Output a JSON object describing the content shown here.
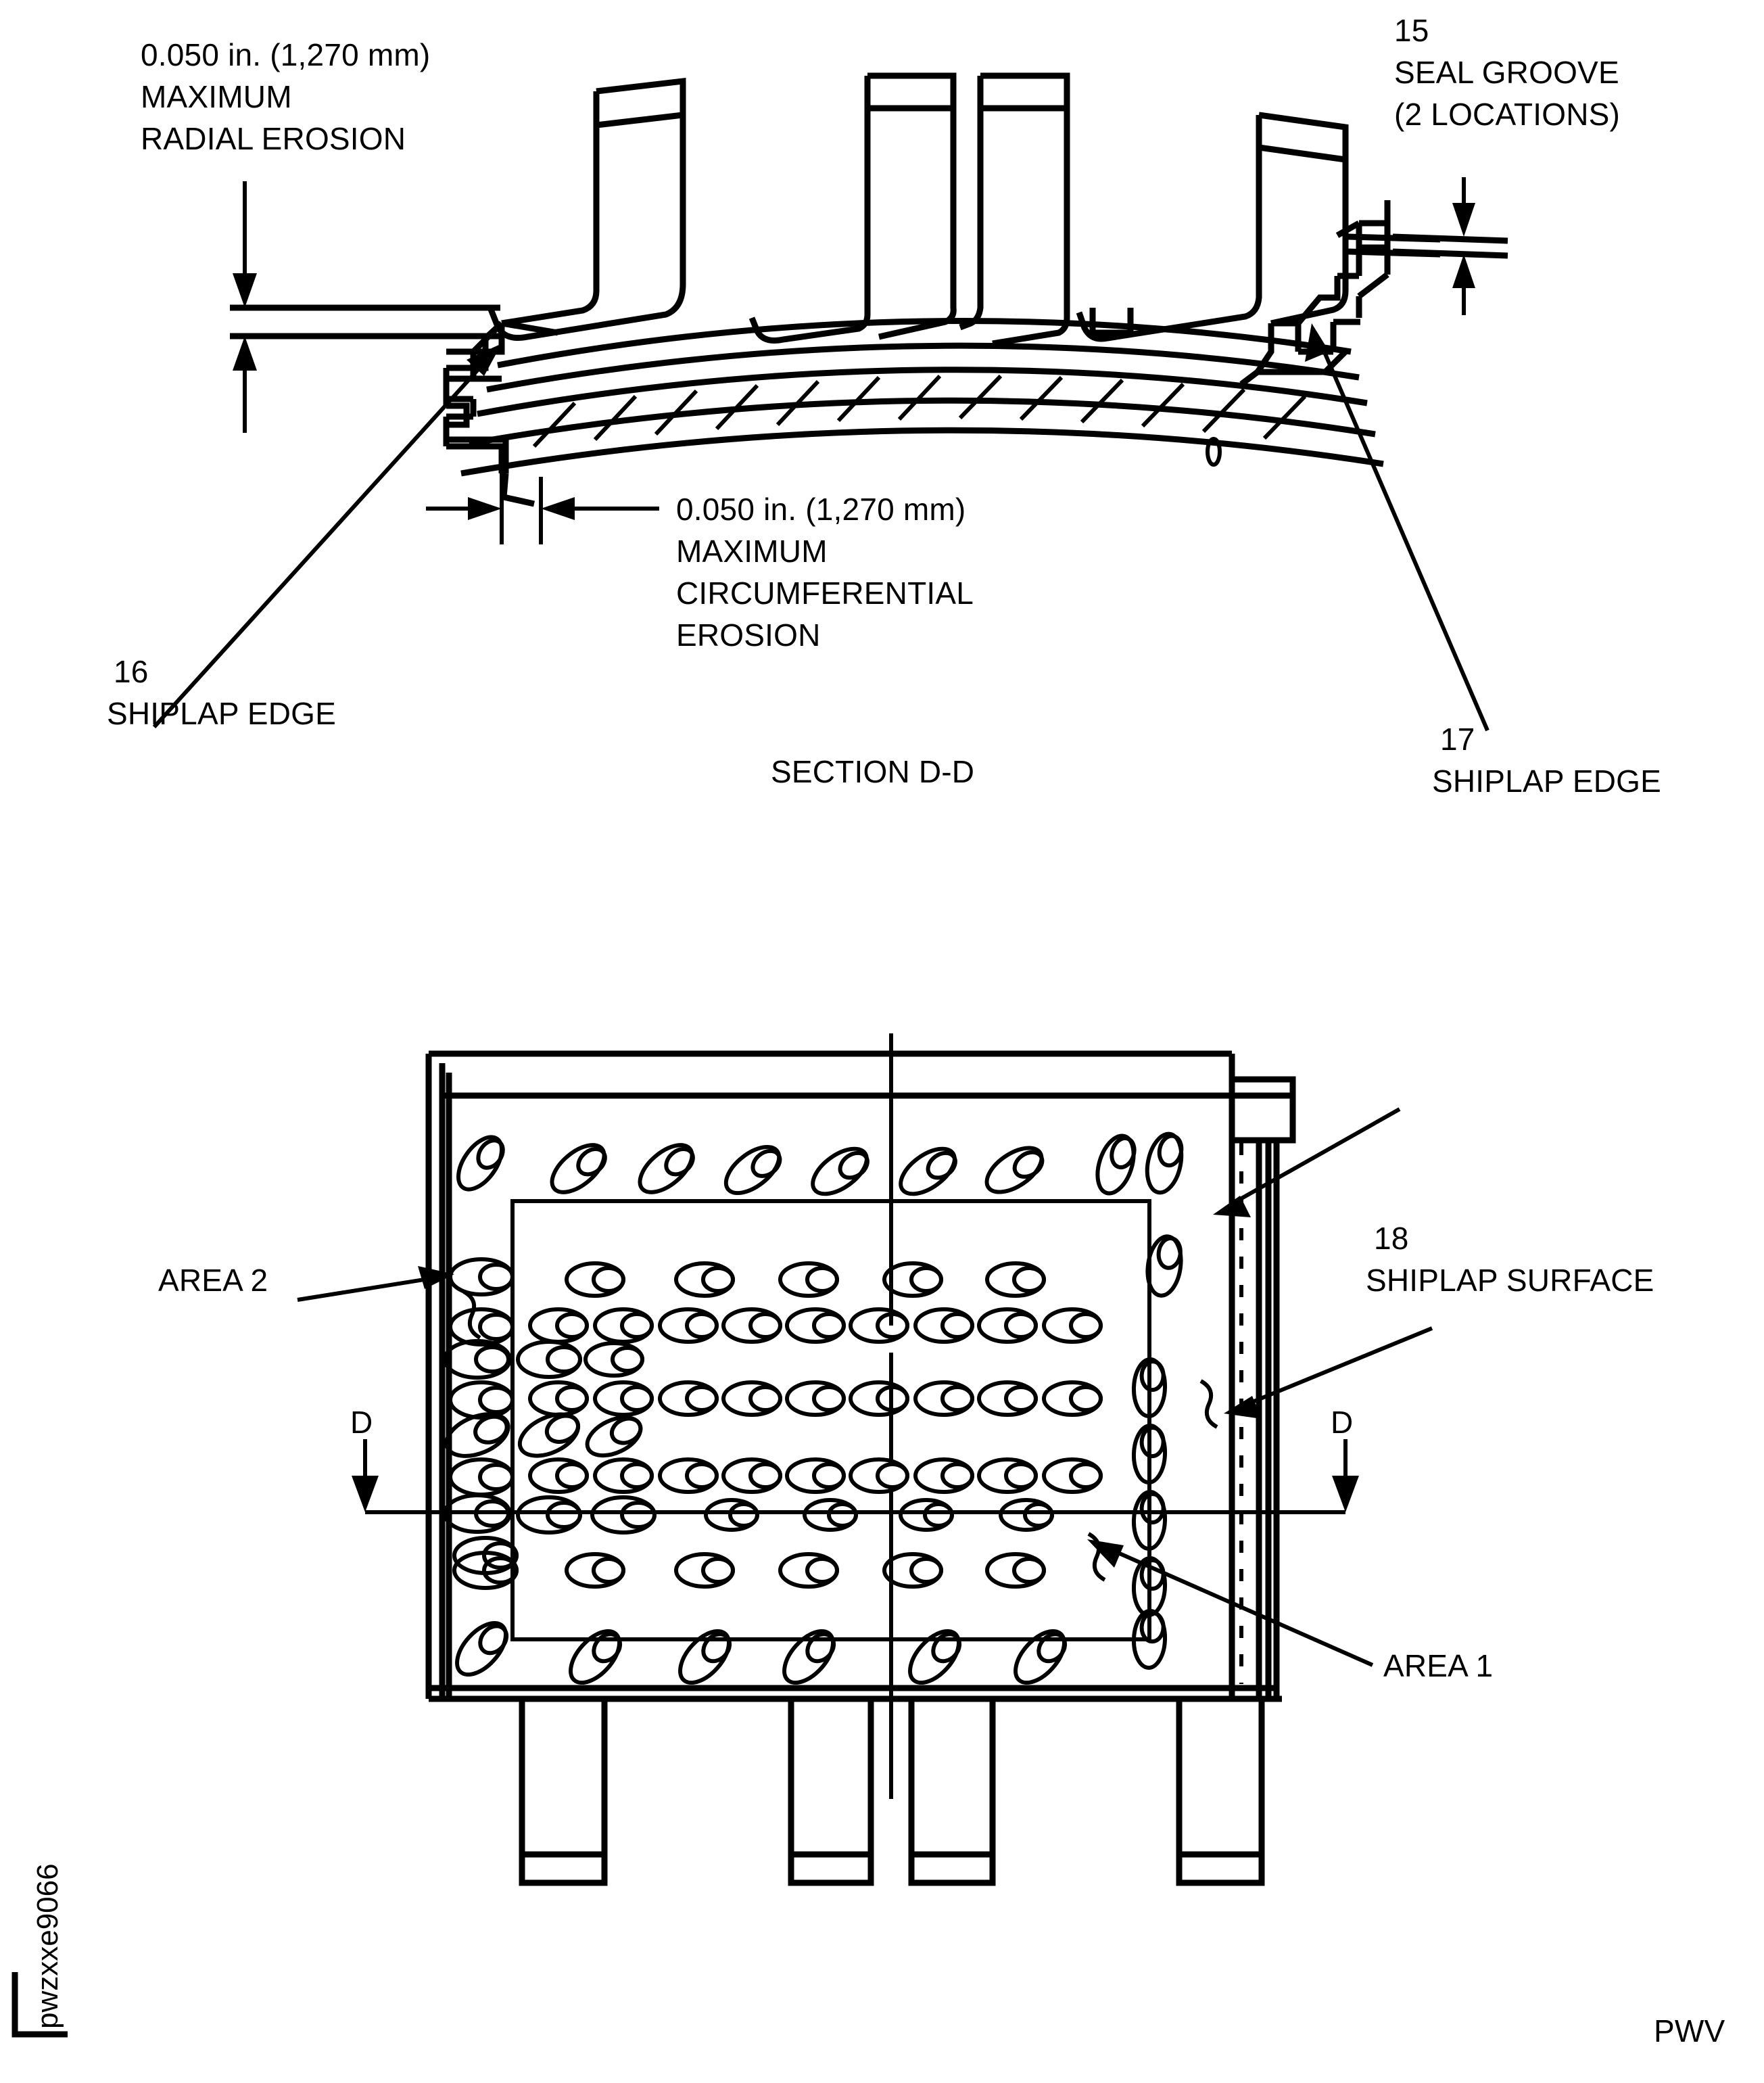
{
  "drawing": {
    "section_title": "SECTION D-D",
    "section_cut_letter": "D",
    "sheet_code": "pwzxxe9066",
    "sheet_owner": "PWV"
  },
  "callouts": {
    "radial_erosion": {
      "line1": "0.050 in. (1,270 mm)",
      "line2": "MAXIMUM",
      "line3": "RADIAL EROSION"
    },
    "circumferential_erosion": {
      "line1": "0.050 in. (1,270 mm)",
      "line2": "MAXIMUM",
      "line3": "CIRCUMFERENTIAL",
      "line4": "EROSION"
    },
    "item_15": {
      "number": "15",
      "line1": "SEAL GROOVE",
      "line2": "(2 LOCATIONS)"
    },
    "item_16": {
      "number": "16",
      "line1": "SHIPLAP EDGE"
    },
    "item_17": {
      "number": "17",
      "line1": "SHIPLAP EDGE"
    },
    "item_18": {
      "number": "18",
      "line1": "SHIPLAP SURFACE"
    },
    "area_1": "AREA 1",
    "area_2": "AREA 2"
  },
  "colors": {
    "ink": "#000000",
    "paper": "#ffffff"
  }
}
